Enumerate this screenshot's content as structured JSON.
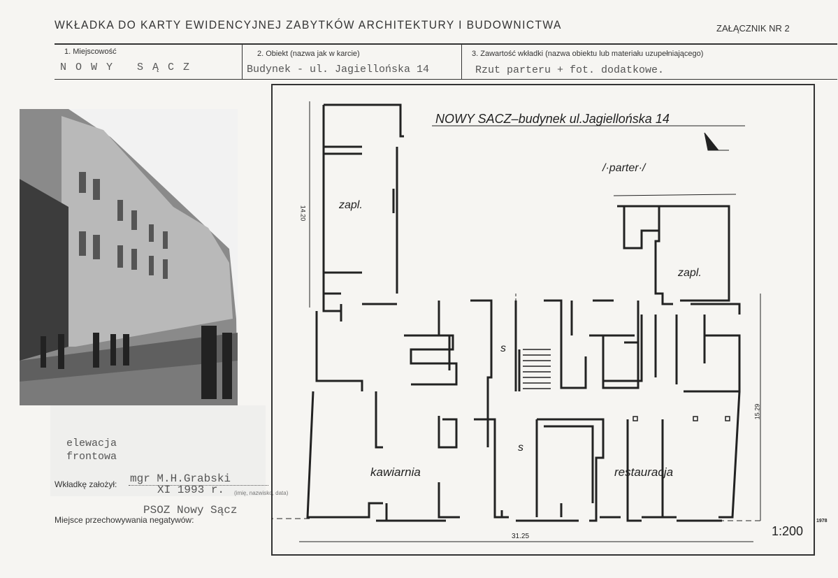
{
  "header": {
    "title": "WKŁADKA DO KARTY EWIDENCYJNEJ ZABYTKÓW ARCHITEKTURY I BUDOWNICTWA",
    "annex": "ZAŁĄCZNIK NR 2"
  },
  "fields": [
    {
      "label": "1. Miejscowość",
      "value": "N O W Y   S Ą C Z"
    },
    {
      "label": "2. Obiekt (nazwa jak w karcie)",
      "value": "Budynek - ul. Jagiellońska 14"
    },
    {
      "label": "3. Zawartość wkładki (nazwa obiektu lub materiału uzupełniającego)",
      "value": "Rzut parteru + fot. dodatkowe."
    }
  ],
  "photo": {
    "caption_line1": "elewacja",
    "caption_line2": "frontowa"
  },
  "footer": {
    "author_label": "Wkładkę założył:",
    "author": "mgr M.H.Grabski",
    "date": "XI 1993 r.",
    "date_hint": "(imię, nazwisko, data)",
    "negatives_label": "Miejsce przechowywania negatywów:",
    "negatives": "PSOZ Nowy Sącz"
  },
  "plan": {
    "title": "NOWY SACZ–budynek ul.Jagiellońska 14",
    "floor": "/·parter·/",
    "rooms": [
      "zapl.",
      "zapl.",
      "s",
      "s",
      "kawiarnia",
      "restauracja"
    ],
    "dim_left": "14.20",
    "dim_right": "15.29",
    "dim_bottom": "31.25",
    "scale": "1:200"
  },
  "margin_note": "1978"
}
